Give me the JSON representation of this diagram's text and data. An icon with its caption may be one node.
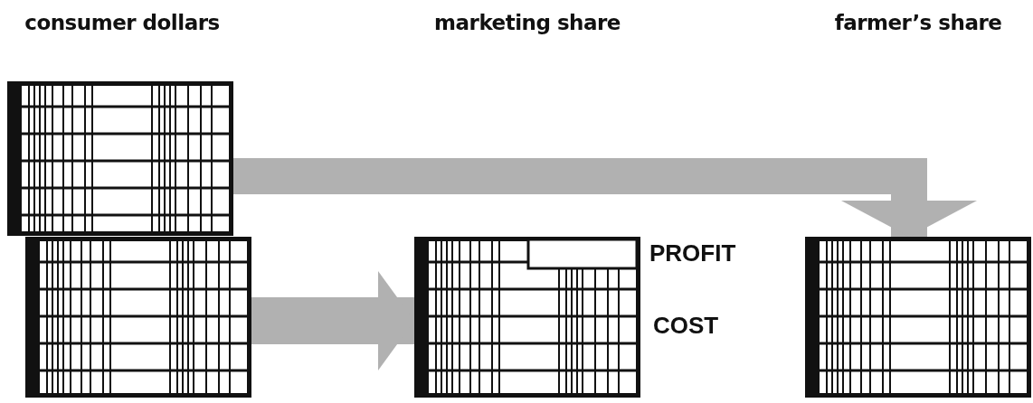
{
  "diagram": {
    "nodes": [
      {
        "text": [],
        "shape": "picture"
      },
      {
        "text": [],
        "shape": "picture"
      },
      {
        "text": [],
        "shape": "picture",
        "beside": [
          "PROFIT",
          "COST"
        ]
      },
      {
        "text": [],
        "shape": "picture"
      }
    ],
    "edges": [
      {
        "from": 0,
        "to": 3,
        "arrow": "to"
      },
      {
        "from": 1,
        "to": 2,
        "arrow": "to"
      }
    ],
    "labels": [
      "consumer dollars",
      "marketing share",
      "farmer’s share"
    ]
  }
}
